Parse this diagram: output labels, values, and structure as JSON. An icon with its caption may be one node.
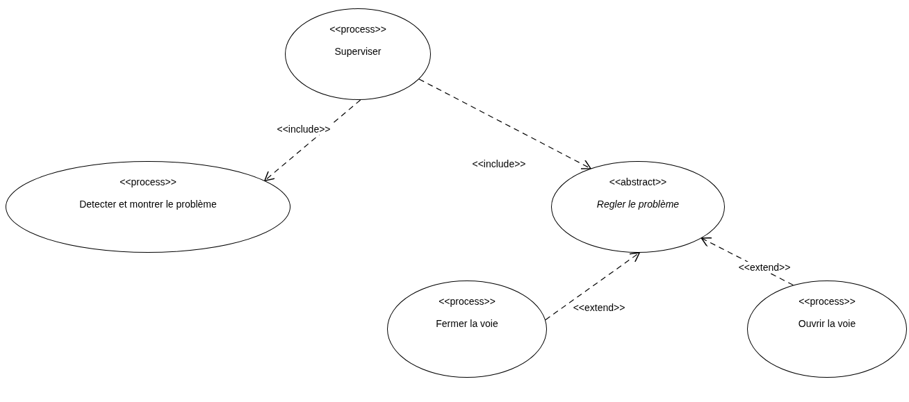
{
  "diagram": {
    "nodes": [
      {
        "text": [
          "<<process>>",
          "Superviser"
        ]
      },
      {
        "text": [
          "<<process>>",
          "Detecter et montrer le problème"
        ]
      },
      {
        "text": [
          "<<abstract>>",
          "Regler le problème"
        ]
      },
      {
        "text": [
          "<<process>>",
          "Fermer la voie"
        ]
      },
      {
        "text": [
          "<<process>>",
          "Ouvrir la voie"
        ]
      }
    ],
    "edges": [
      {
        "from": 0,
        "to": 1,
        "arrow": "to",
        "label": "<<include>>",
        "style": "dashed"
      },
      {
        "from": 0,
        "to": 2,
        "arrow": "to",
        "label": "<<include>>",
        "style": "dashed"
      },
      {
        "from": 3,
        "to": 2,
        "arrow": "to",
        "label": "<<extend>>",
        "style": "dashed"
      },
      {
        "from": 4,
        "to": 2,
        "arrow": "to",
        "label": "<<extend>>",
        "style": "dashed"
      }
    ]
  }
}
